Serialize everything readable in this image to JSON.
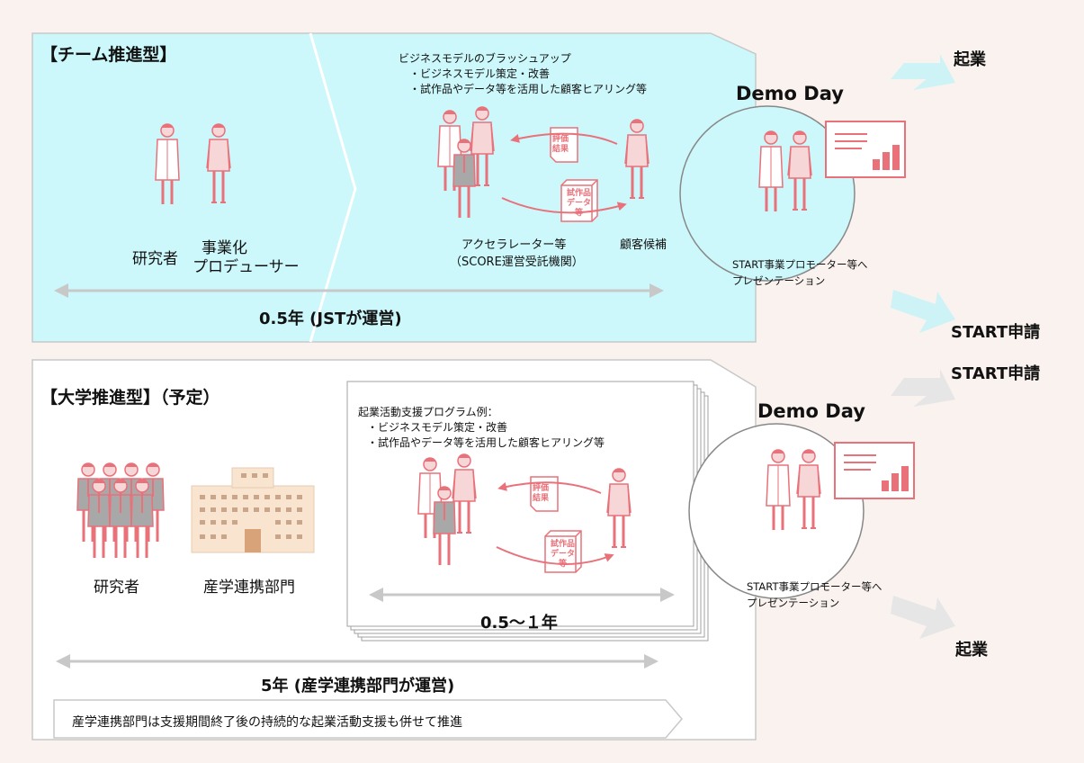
{
  "team": {
    "heading": "【チーム推進型】",
    "researcher_label": "研究者",
    "producer_label_line1": "事業化",
    "producer_label_line2": "プロデューサー",
    "program_title": "ビジネスモデルのブラッシュアップ",
    "program_item1": "・ビジネスモデル策定・改善",
    "program_item2": "・試作品やデータ等を活用した顧客ヒアリング等",
    "doc_eval": "評価\n結果",
    "doc_proto": "試作品\nデータ\n等",
    "accelerator_label": "アクセラレーター等",
    "accelerator_sub": "（SCORE運営受託機関）",
    "customer_label": "顧客候補",
    "duration": "0.5年 (JSTが運営)",
    "demo_day": "Demo Day",
    "presentation_line1": "START事業プロモーター等へ",
    "presentation_line2": "プレゼンテーション",
    "outcome_top": "起業",
    "outcome_bottom": "START申請"
  },
  "university": {
    "heading": "【大学推進型】（予定）",
    "researcher_label": "研究者",
    "department_label": "産学連携部門",
    "program_title": "起業活動支援プログラム例：",
    "program_item1": "・ビジネスモデル策定・改善",
    "program_item2": "・試作品やデータ等を活用した顧客ヒアリング等",
    "doc_eval": "評価\n結果",
    "doc_proto": "試作品\nデータ\n等",
    "program_duration": "0.5～１年",
    "duration": "5年 (産学連携部門が運営)",
    "note": "産学連携部門は支援期間終了後の持続的な起業活動支援も併せて推進",
    "demo_day": "Demo Day",
    "presentation_line1": "START事業プロモーター等へ",
    "presentation_line2": "プレゼンテーション",
    "outcome_top": "START申請",
    "outcome_bottom": "起業"
  },
  "colors": {
    "team_fill": "#ccf7fb",
    "pink": "#e8717a",
    "person_fill": "#f6d6d6",
    "suit_gray": "#a8a8a8",
    "arrow_gray": "#c8c8c8",
    "background": "#faf2ee"
  }
}
